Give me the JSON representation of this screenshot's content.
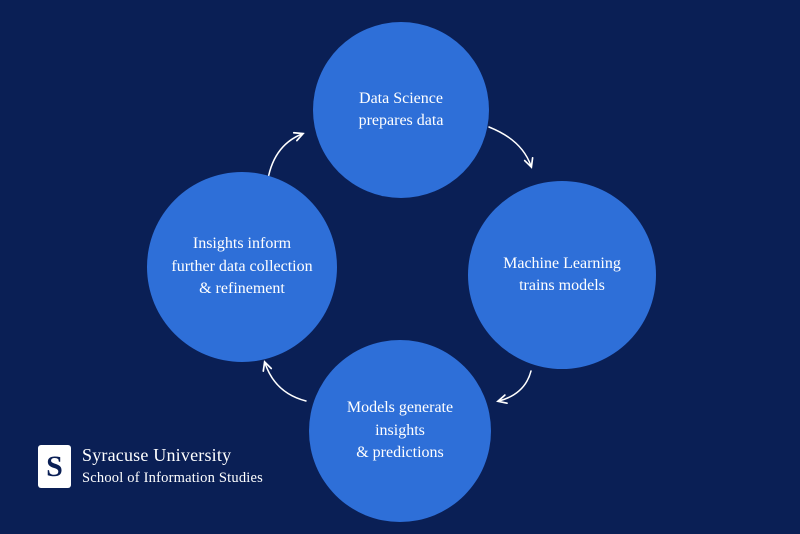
{
  "colors": {
    "background": "#0a1f55",
    "circle": "#2e6fd8",
    "text": "#ffffff",
    "arrow": "#ffffff"
  },
  "cycle": {
    "steps": [
      {
        "id": "data-science",
        "label": "Data Science\nprepares data"
      },
      {
        "id": "machine-learning",
        "label": "Machine Learning\ntrains models"
      },
      {
        "id": "models",
        "label": "Models generate\ninsights\n& predictions"
      },
      {
        "id": "insights",
        "label": "Insights inform\nfurther data collection\n& refinement"
      }
    ]
  },
  "logo": {
    "letter": "S",
    "institution": "Syracuse University",
    "school": "School of Information Studies"
  }
}
